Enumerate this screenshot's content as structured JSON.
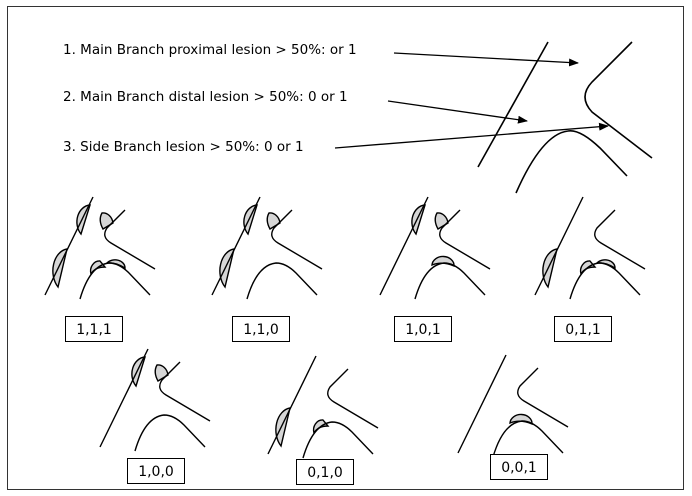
{
  "criteria": [
    "1. Main Branch proximal lesion > 50%: or 1",
    "2. Main Branch distal lesion > 50%: 0 or 1",
    "3. Side Branch lesion > 50%: 0 or 1"
  ],
  "codes": [
    "1,1,1",
    "1,1,0",
    "1,0,1",
    "0,1,1",
    "1,0,0",
    "0,1,0",
    "0,0,1"
  ],
  "colors": {
    "plaque_fill": "#d6d6d6",
    "stroke": "#000000",
    "frame": "#333333"
  }
}
